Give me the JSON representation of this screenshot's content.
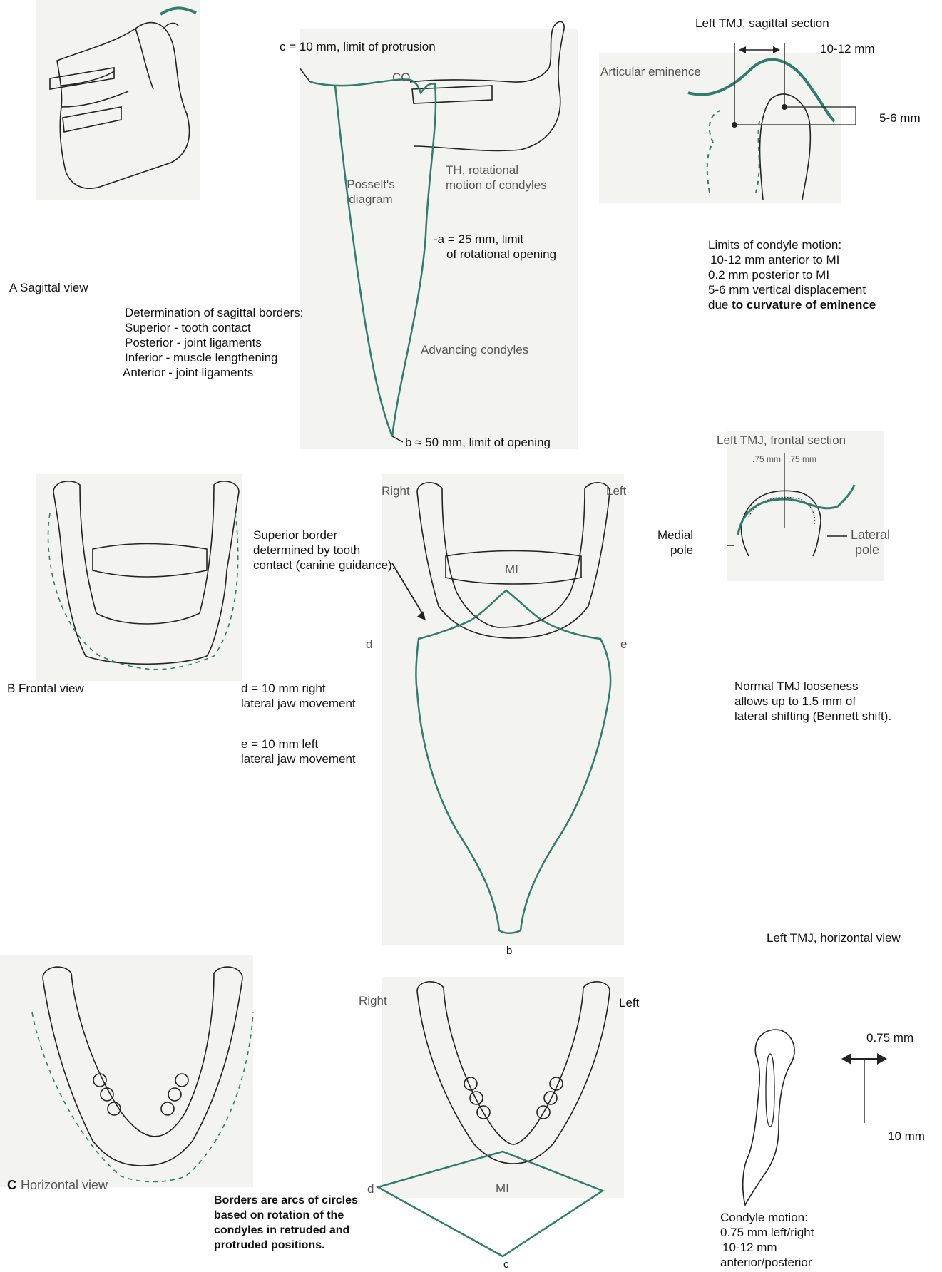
{
  "colors": {
    "border_path": "#2f7d6b",
    "bone": "#222222",
    "dashed": "#2f7d6b",
    "label_gray": "#555555"
  },
  "section_a": {
    "title": "A Sagittal view",
    "posselt_label": "c = 10 mm, limit of protrusion",
    "co_label": "CO",
    "posselt_diagram": "Posselt's diagram",
    "th_label": [
      "TH, rotational",
      "motion of condyles"
    ],
    "a_label": [
      "-a = 25 mm, limit",
      "of rotational opening"
    ],
    "advancing": "Advancing condyles",
    "b_label": "b ≈ 50 mm, limit of opening",
    "borders": [
      "Determination of sagittal borders:",
      "Superior - tooth contact",
      "Posterior - joint ligaments",
      "Inferior - muscle lengthening",
      "Anterior - joint ligaments"
    ],
    "tmj_title": "Left TMJ, sagittal section",
    "tmj_width": "10-12 mm",
    "articular_eminence": "Articular eminence",
    "tmj_vertical": "5-6 mm",
    "limits": [
      "Limits of condyle motion:",
      "10-12 mm anterior to MI",
      "0.2 mm posterior to MI",
      "5-6 mm vertical displacement"
    ],
    "limits_last_plain": "due ",
    "limits_last_bold": "to curvature of eminence"
  },
  "section_b": {
    "title": "B Frontal view",
    "superior": [
      "Superior border",
      "determined by tooth",
      "contact (canine guidance)."
    ],
    "right": "Right",
    "left": "Left",
    "mi": "MI",
    "d": "d",
    "e": "e",
    "b_mark": "b",
    "d_desc": [
      "d = 10 mm right",
      "lateral jaw movement"
    ],
    "e_desc": [
      "e = 10 mm left",
      "lateral jaw movement"
    ],
    "tmj_title": "Left TMJ, frontal section",
    "tmj_left_w": ".75 mm",
    "tmj_right_w": ".75 mm",
    "medial_pole": [
      "Medial",
      "pole"
    ],
    "lateral_pole": [
      "Lateral",
      "pole"
    ],
    "looseness": [
      "Normal TMJ looseness",
      "allows up to 1.5 mm of",
      "lateral shifting (Bennett shift)."
    ]
  },
  "section_c": {
    "title_letter": "C",
    "title_rest": "Horizontal view",
    "right": "Right",
    "left": "Left",
    "d": "d",
    "mi": "MI",
    "c_mark": "c",
    "arcs": [
      "Borders are arcs of circles",
      "based on rotation of the",
      "condyles in retruded and",
      "protruded positions."
    ],
    "tmj_title": "Left TMJ, horizontal view",
    "h_width": "0.75 mm",
    "h_length": "10 mm",
    "motion": [
      "Condyle motion:",
      "0.75 mm left/right",
      "10-12 mm",
      "anterior/posterior"
    ]
  }
}
